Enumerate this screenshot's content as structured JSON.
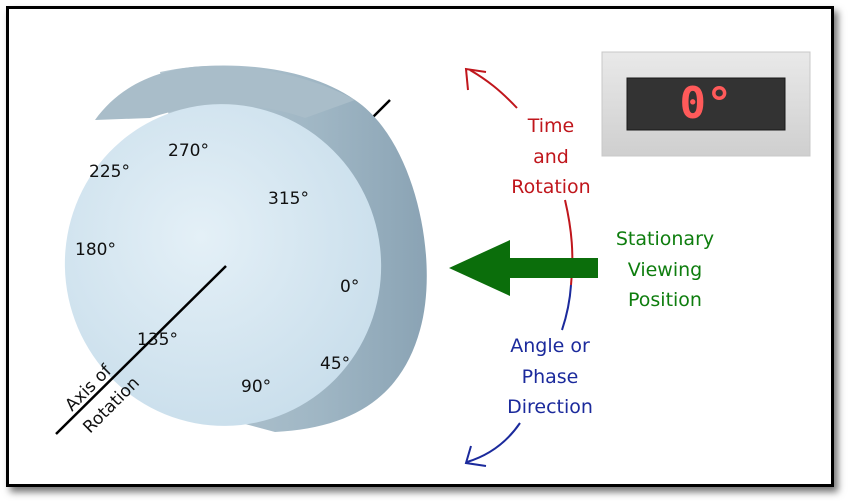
{
  "dial": {
    "angle_labels": [
      "270°",
      "225°",
      "315°",
      "180°",
      "0°",
      "135°",
      "45°",
      "90°"
    ]
  },
  "axis_label": {
    "line1": "Axis of",
    "line2": "Rotation"
  },
  "time_rotation": {
    "line1": "Time",
    "line2": "and",
    "line3": "Rotation"
  },
  "viewing": {
    "line1": "Stationary",
    "line2": "Viewing",
    "line3": "Position"
  },
  "angle_direction": {
    "line1": "Angle or",
    "line2": "Phase",
    "line3": "Direction"
  },
  "display": {
    "value": "0°"
  },
  "colors": {
    "red_arrow": "#c0161c",
    "blue_arrow": "#1b2a9c",
    "green_arrow": "#0b6e0b",
    "disc_face": "#d5e7f1",
    "disc_side": "#97afbf"
  }
}
